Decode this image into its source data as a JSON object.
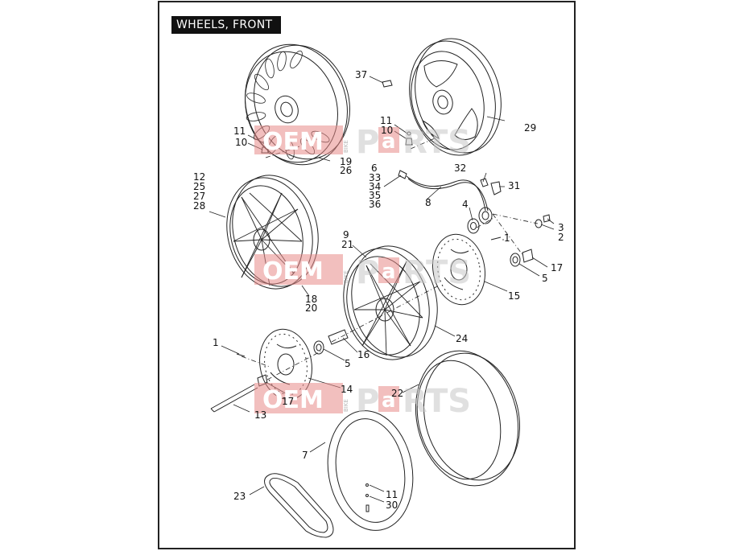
{
  "diagram": {
    "title": "WHEELS, FRONT",
    "callouts": {
      "c1a": "1",
      "c1b": "1",
      "c2": "2",
      "c3": "3",
      "c4": "4",
      "c5a": "5",
      "c5b": "5",
      "c6": "6",
      "c7": "7",
      "c8": "8",
      "c9": "9",
      "c10a": "10",
      "c10b": "10",
      "c11a": "11",
      "c11b": "11",
      "c11c": "11",
      "c12": "12",
      "c13": "13",
      "c14": "14",
      "c15": "15",
      "c16": "16",
      "c17a": "17",
      "c17b": "17",
      "c18": "18",
      "c19": "19",
      "c20": "20",
      "c21": "21",
      "c22": "22",
      "c23": "23",
      "c24": "24",
      "c25": "25",
      "c26": "26",
      "c27": "27",
      "c28": "28",
      "c29": "29",
      "c30": "30",
      "c31": "31",
      "c32": "32",
      "c33": "33",
      "c34": "34",
      "c35": "35",
      "c36": "36",
      "c37": "37"
    }
  },
  "watermark": {
    "part1": "OEM",
    "bike": "BIKE",
    "part2": "P",
    "amp": "a",
    "part3": "RTS"
  }
}
